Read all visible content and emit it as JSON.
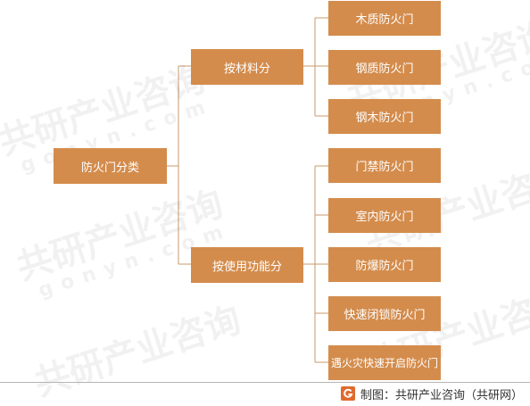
{
  "root": "防火门分类",
  "categories": [
    {
      "label": "按材料分",
      "items": [
        "木质防火门",
        "钢质防火门",
        "钢木防火门"
      ]
    },
    {
      "label": "按使用功能分",
      "items": [
        "门禁防火门",
        "室内防火门",
        "防爆防火门",
        "快速闭锁防火门",
        "遇火灾快速开启防火门"
      ]
    }
  ],
  "footer": {
    "text": "制图：共研产业咨询（共研网）"
  },
  "watermark": {
    "brand": "共研产业咨询",
    "site": "gonyn.com"
  },
  "colors": {
    "box": "#d48c4c",
    "line": "#c99a6e",
    "text": "#ffffff"
  }
}
